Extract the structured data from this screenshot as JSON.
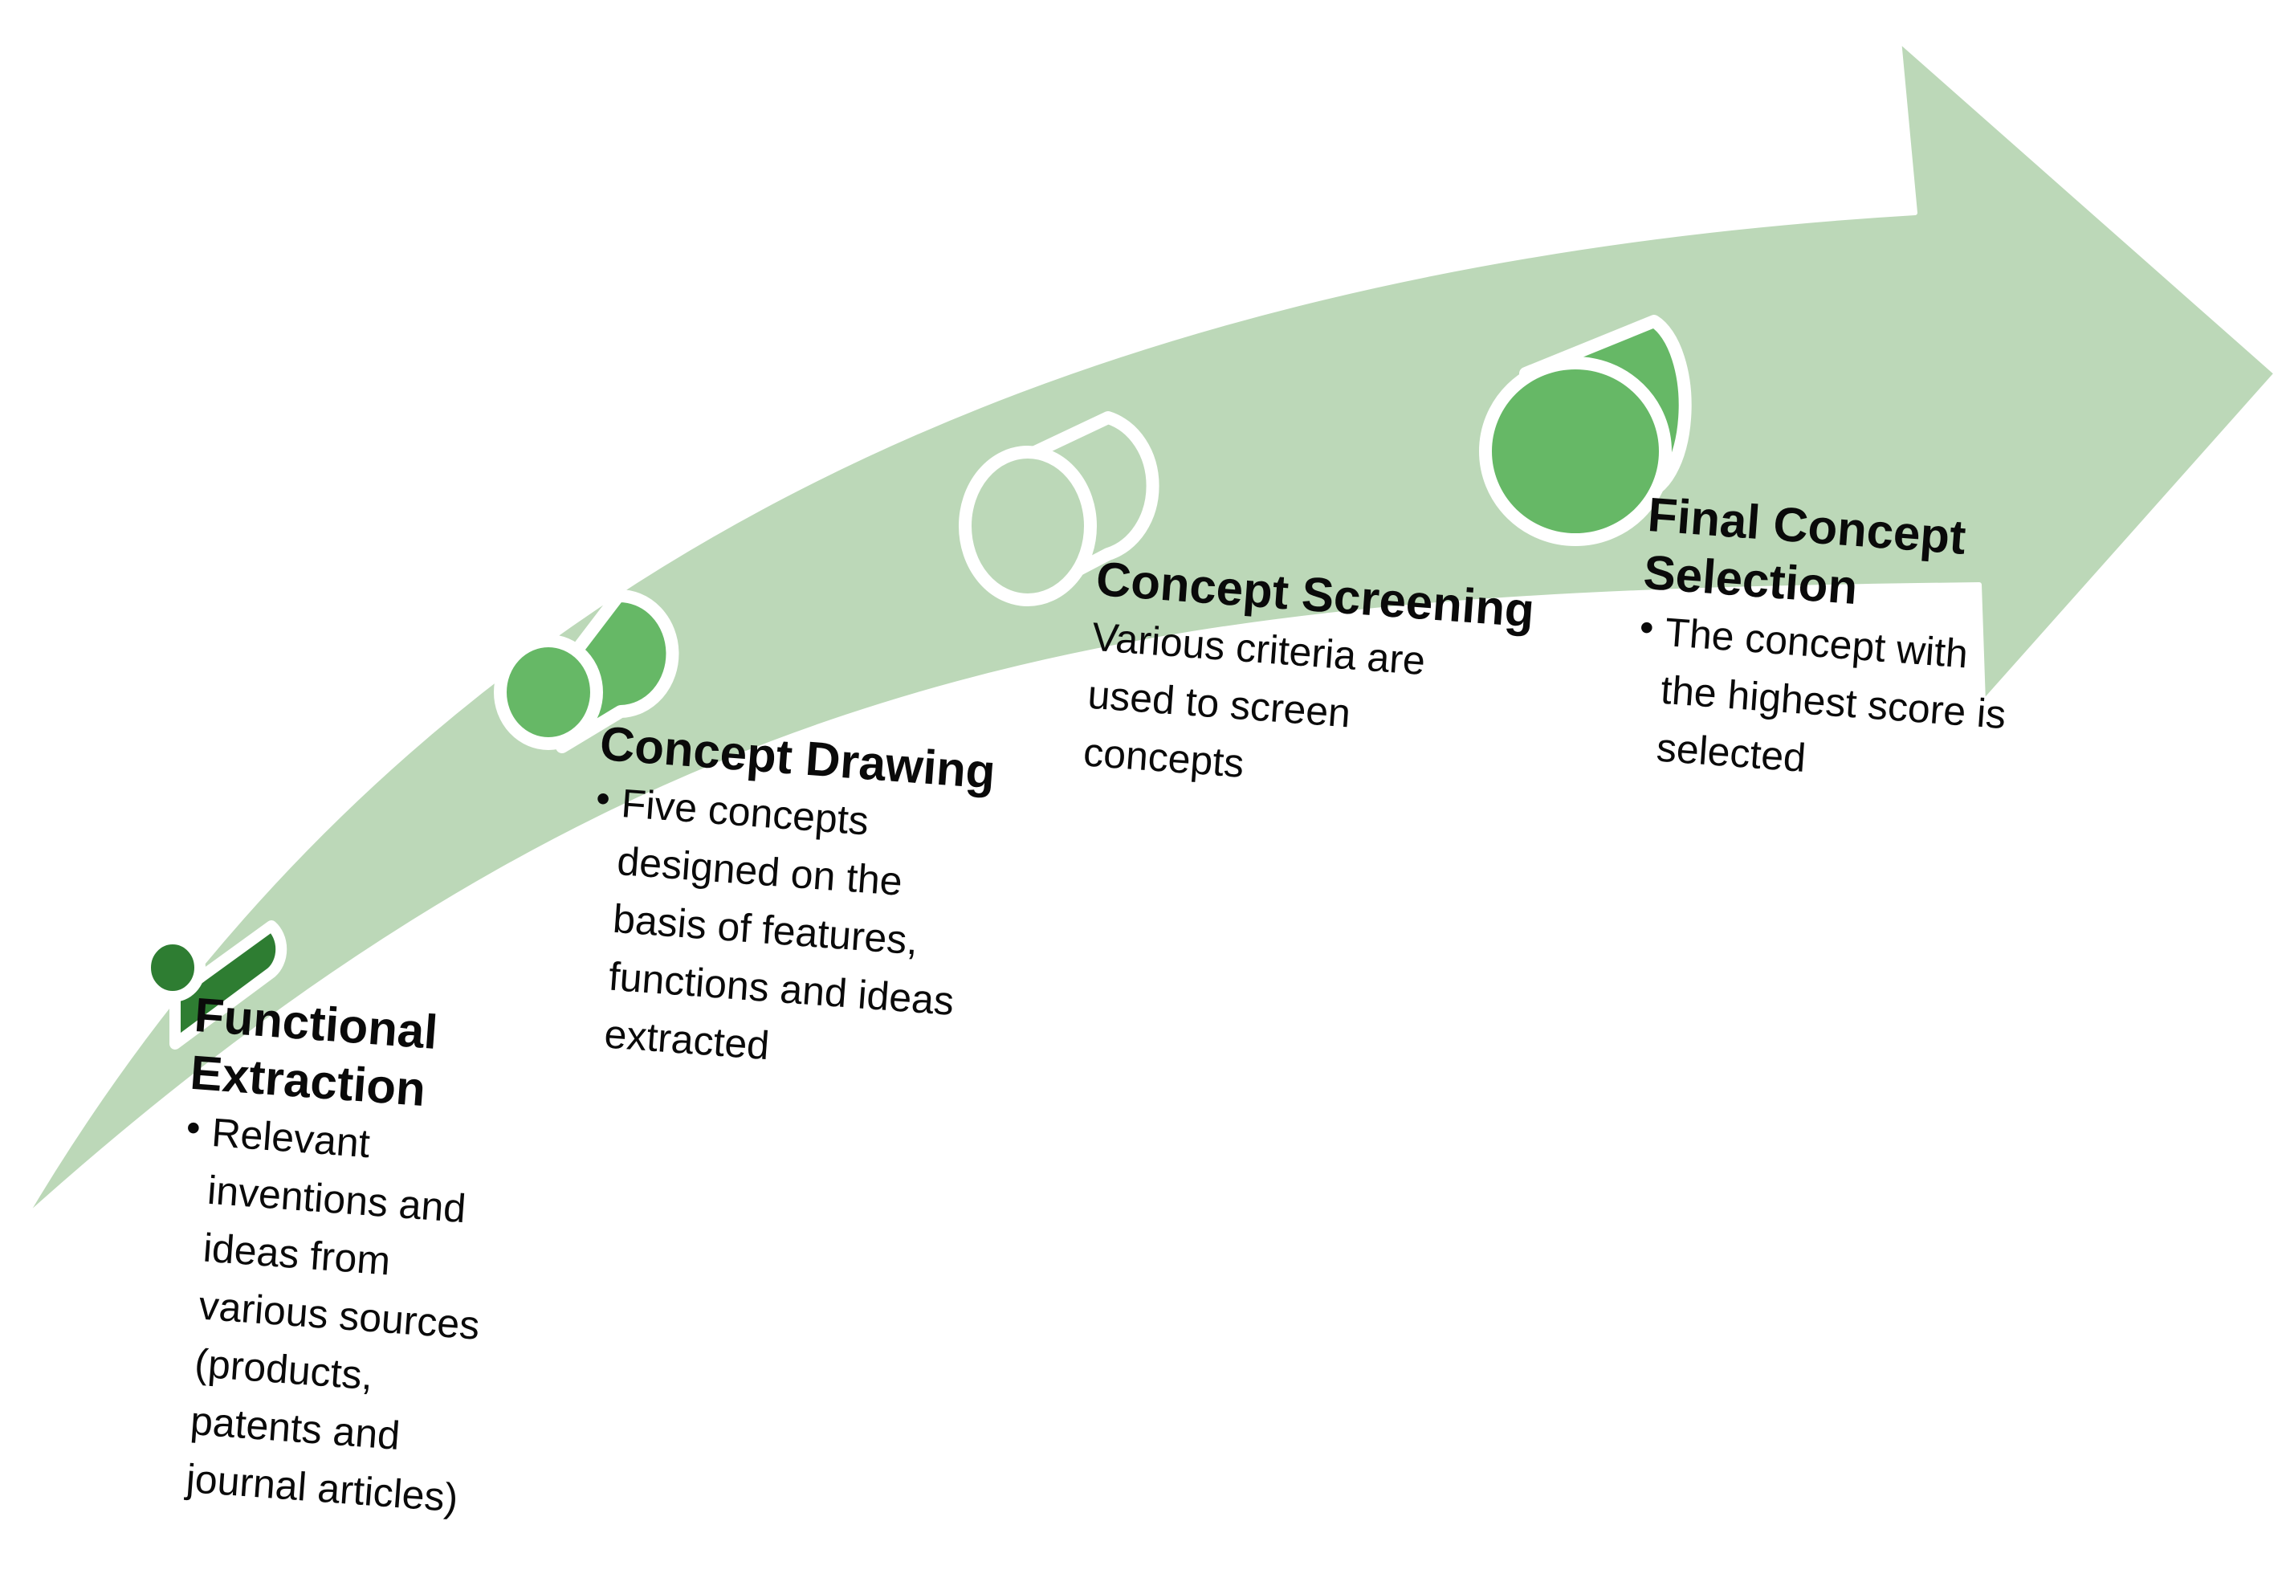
{
  "colors": {
    "arrow_fill": "#bcd8b8",
    "cylinder_dark": "#2e7d32",
    "cylinder_medium": "#66b866",
    "cylinder_light": "#bcd8b8",
    "cylinder_outline": "#ffffff",
    "text": "#0a0a0a"
  },
  "stages": [
    {
      "title_lines": [
        "Functional",
        "Extraction"
      ],
      "bulleted": true,
      "body_lines": [
        "Relevant",
        "inventions and",
        "ideas from",
        "various sources",
        "(products,",
        "patents and",
        "journal articles)"
      ],
      "cylinder": "cylinder_dark"
    },
    {
      "title_lines": [
        "Concept Drawing"
      ],
      "bulleted": true,
      "body_lines": [
        "Five concepts",
        "designed on the",
        "basis of features,",
        "functions and ideas",
        "extracted"
      ],
      "cylinder": "cylinder_medium"
    },
    {
      "title_lines": [
        "Concept Screening"
      ],
      "bulleted": false,
      "body_lines": [
        "Various criteria are",
        "used to screen",
        "concepts"
      ],
      "cylinder": "cylinder_light"
    },
    {
      "title_lines": [
        "Final Concept",
        "Selection"
      ],
      "bulleted": true,
      "body_lines": [
        "The concept with",
        "the highest score is",
        "selected"
      ],
      "cylinder": "cylinder_medium"
    }
  ]
}
